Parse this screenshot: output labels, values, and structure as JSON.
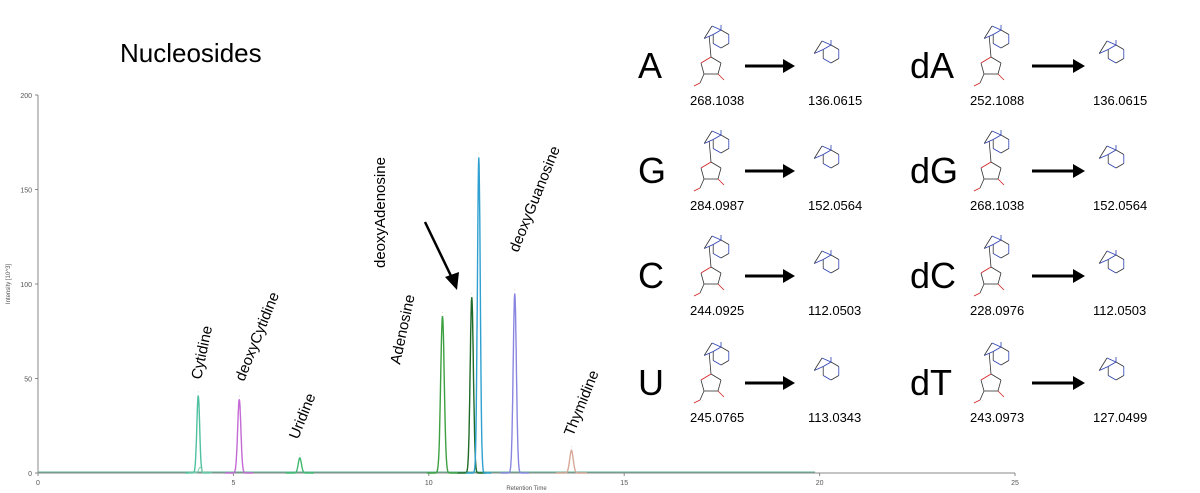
{
  "title": "Nucleosides",
  "chart_data": {
    "type": "line",
    "xlabel": "Retention Time",
    "ylabel": "Intensity [10^3]",
    "xlim": [
      0,
      25
    ],
    "ylim": [
      0,
      200
    ],
    "xticks": [
      0,
      5,
      10,
      15,
      20,
      25
    ],
    "yticks": [
      0,
      50,
      100,
      150,
      200
    ],
    "grid": false,
    "peaks": [
      {
        "name": "Cytidine",
        "rt": 4.1,
        "height": 41,
        "width": 0.08,
        "color": "#4fc0a0",
        "label_angle": -78
      },
      {
        "name": "deoxyCytidine",
        "rt": 5.15,
        "height": 39,
        "width": 0.09,
        "color": "#c46ad4",
        "label_angle": -68
      },
      {
        "name": "Uridine",
        "rt": 6.7,
        "height": 8,
        "width": 0.09,
        "color": "#40b870",
        "label_angle": -68
      },
      {
        "name": "Adenosine",
        "rt": 10.35,
        "height": 83,
        "width": 0.1,
        "color": "#3da040",
        "label_angle": -78
      },
      {
        "name": "deoxyAdenosine",
        "rt": 11.1,
        "height": 93,
        "width": 0.09,
        "color": "#1f6a28",
        "label_angle": -90
      },
      {
        "name": "",
        "rt": 11.28,
        "height": 167,
        "width": 0.08,
        "color": "#2fa0d0",
        "label_angle": 0
      },
      {
        "name": "deoxyGuanosine",
        "rt": 12.2,
        "height": 95,
        "width": 0.09,
        "color": "#8a86e0",
        "label_angle": -68
      },
      {
        "name": "Thymidine",
        "rt": 13.65,
        "height": 12,
        "width": 0.1,
        "color": "#d8a898",
        "label_angle": -68
      }
    ]
  },
  "nucleosides": [
    {
      "code": "A",
      "precursor": "268.1038",
      "product": "136.0615"
    },
    {
      "code": "dA",
      "precursor": "252.1088",
      "product": "136.0615"
    },
    {
      "code": "G",
      "precursor": "284.0987",
      "product": "152.0564"
    },
    {
      "code": "dG",
      "precursor": "268.1038",
      "product": "152.0564"
    },
    {
      "code": "C",
      "precursor": "244.0925",
      "product": "112.0503"
    },
    {
      "code": "dC",
      "precursor": "228.0976",
      "product": "112.0503"
    },
    {
      "code": "U",
      "precursor": "245.0765",
      "product": "113.0343"
    },
    {
      "code": "dT",
      "precursor": "243.0973",
      "product": "127.0499"
    }
  ]
}
